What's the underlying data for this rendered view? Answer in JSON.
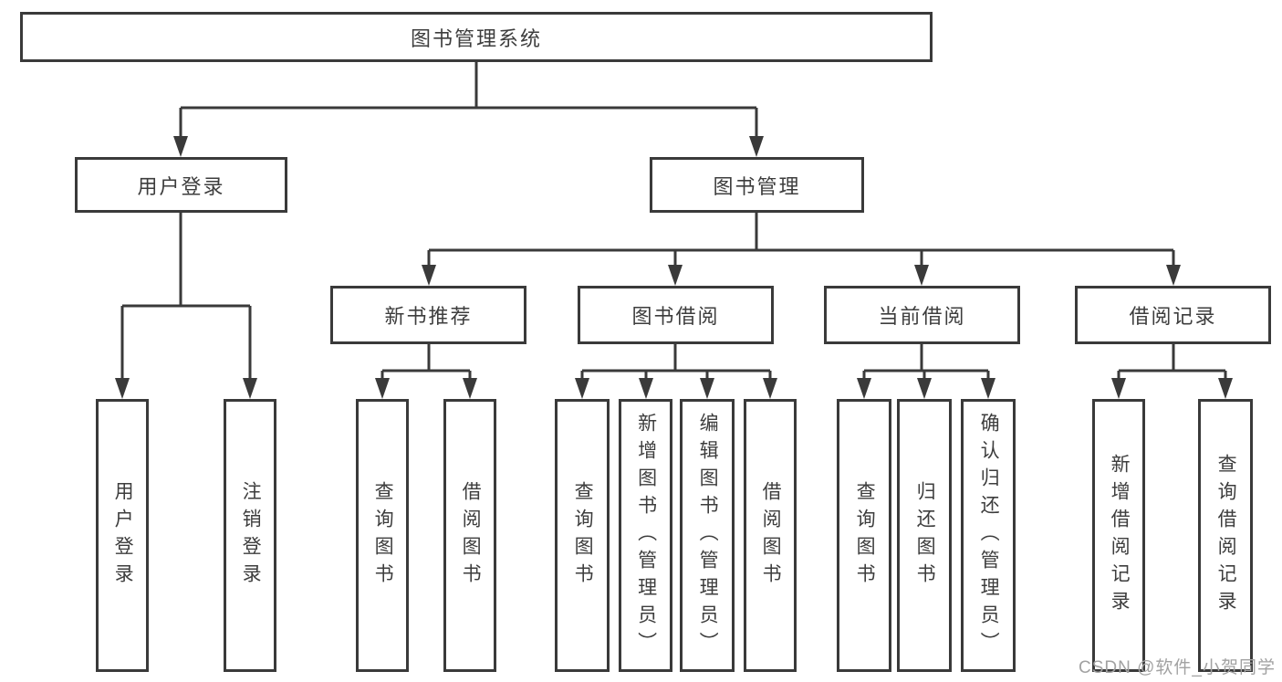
{
  "tree": {
    "root": {
      "label": "图书管理系统"
    },
    "branches": [
      {
        "label": "用户登录",
        "children": [
          {
            "label": "用户登录"
          },
          {
            "label": "注销登录"
          }
        ]
      },
      {
        "label": "图书管理",
        "children": [
          {
            "label": "新书推荐",
            "children": [
              {
                "label": "查询图书"
              },
              {
                "label": "借阅图书"
              }
            ]
          },
          {
            "label": "图书借阅",
            "children": [
              {
                "label": "查询图书"
              },
              {
                "label": "新增图书（管理员）"
              },
              {
                "label": "编辑图书（管理员）"
              },
              {
                "label": "借阅图书"
              }
            ]
          },
          {
            "label": "当前借阅",
            "children": [
              {
                "label": "查询图书"
              },
              {
                "label": "归还图书"
              },
              {
                "label": "确认归还（管理员）"
              }
            ]
          },
          {
            "label": "借阅记录",
            "children": [
              {
                "label": "新增借阅记录"
              },
              {
                "label": "查询借阅记录"
              }
            ]
          }
        ]
      }
    ]
  },
  "watermark": {
    "text": "CSDN @软件_小贺同学"
  },
  "colors": {
    "line": "#3a3a3a",
    "text": "#3d3d3d",
    "node_background": "#ffffff",
    "watermark": "#a2a2a2",
    "page_background": "#ffffff"
  }
}
